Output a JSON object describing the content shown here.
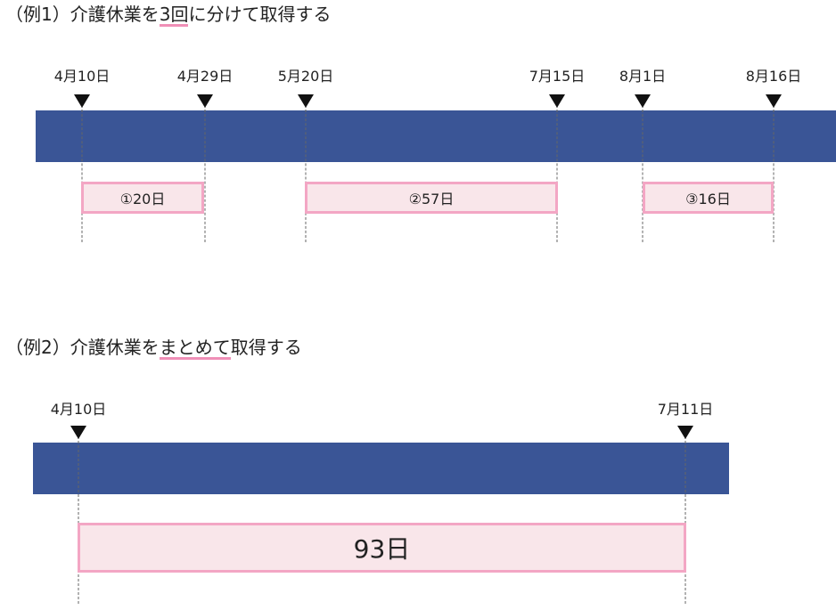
{
  "example1": {
    "heading_prefix": "（例1）介護休業を",
    "heading_highlight": "3回",
    "heading_suffix": "に分けて取得する",
    "dates": [
      "4月10日",
      "4月29日",
      "5月20日",
      "7月15日",
      "8月1日",
      "8月16日"
    ],
    "periods": [
      "①20日",
      "②57日",
      "③16日"
    ]
  },
  "example2": {
    "heading_prefix": "（例2）介護休業を",
    "heading_highlight": "まとめて",
    "heading_suffix": "取得する",
    "dates": [
      "4月10日",
      "7月11日"
    ],
    "periods": [
      "93日"
    ]
  },
  "colors": {
    "bar": "#3a5596",
    "period_fill": "#f9e6ea",
    "period_border": "#f3a6c4",
    "underline": "#f08fb7",
    "marker": "#111111"
  },
  "icons": {
    "marker": "down-triangle-icon"
  }
}
